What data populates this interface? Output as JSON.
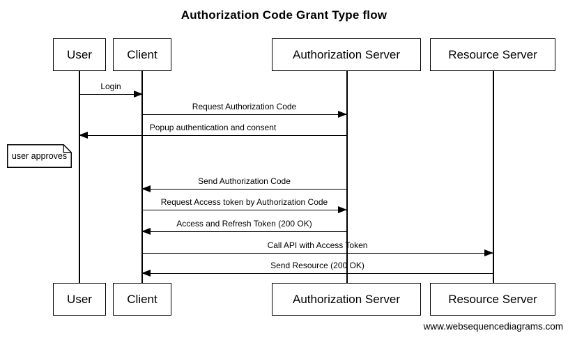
{
  "title": "Authorization Code Grant Type flow",
  "actors": [
    {
      "name": "User"
    },
    {
      "name": "Client"
    },
    {
      "name": "Authorization Server"
    },
    {
      "name": "Resource Server"
    }
  ],
  "messages": [
    {
      "from": "User",
      "to": "Client",
      "direction": "right",
      "label": "Login"
    },
    {
      "from": "Client",
      "to": "Authorization Server",
      "direction": "right",
      "label": "Request Authorization Code"
    },
    {
      "from": "Authorization Server",
      "to": "User",
      "direction": "left",
      "label": "Popup authentication and consent"
    },
    {
      "from": "Authorization Server",
      "to": "Client",
      "direction": "left",
      "label": "Send Authorization Code"
    },
    {
      "from": "Client",
      "to": "Authorization Server",
      "direction": "right",
      "label": "Request Access token by Authorization Code"
    },
    {
      "from": "Authorization Server",
      "to": "Client",
      "direction": "left",
      "label": "Access and Refresh Token (200 OK)"
    },
    {
      "from": "Client",
      "to": "Resource Server",
      "direction": "right",
      "label": "Call API with Access Token"
    },
    {
      "from": "Resource Server",
      "to": "Client",
      "direction": "left",
      "label": "Send Resource (200 OK)"
    }
  ],
  "note": {
    "text": "user approves",
    "attached_to": "User"
  },
  "footer": "www.websequencediagrams.com",
  "colors": {
    "line": "#000000",
    "background": "#ffffff",
    "text": "#000000"
  }
}
